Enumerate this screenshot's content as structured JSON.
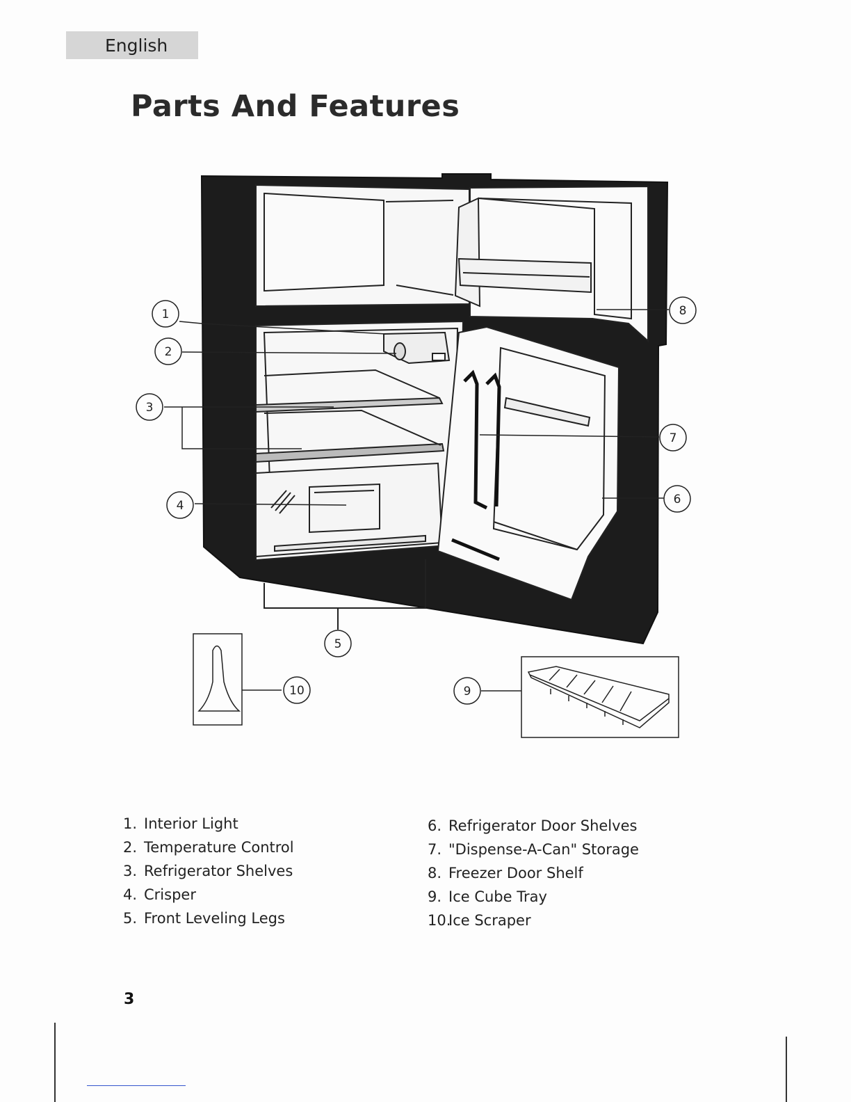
{
  "header": {
    "language_tab": "English"
  },
  "page": {
    "title": "Parts And Features",
    "number": "3"
  },
  "callouts": [
    "1",
    "2",
    "3",
    "4",
    "5",
    "6",
    "7",
    "8",
    "9",
    "10"
  ],
  "parts_left": [
    {
      "num": "1.",
      "label": "Interior Light"
    },
    {
      "num": "2.",
      "label": "Temperature Control"
    },
    {
      "num": "3.",
      "label": "Refrigerator Shelves"
    },
    {
      "num": "4.",
      "label": "Crisper"
    },
    {
      "num": "5.",
      "label": "Front Leveling Legs"
    }
  ],
  "parts_right": [
    {
      "num": "6.",
      "label": "Refrigerator Door Shelves"
    },
    {
      "num": "7.",
      "label": "\"Dispense-A-Can\" Storage"
    },
    {
      "num": "8.",
      "label": "Freezer Door Shelf"
    },
    {
      "num": "9.",
      "label": "Ice Cube Tray"
    },
    {
      "num": "10.",
      "label": "Ice Scraper"
    }
  ]
}
